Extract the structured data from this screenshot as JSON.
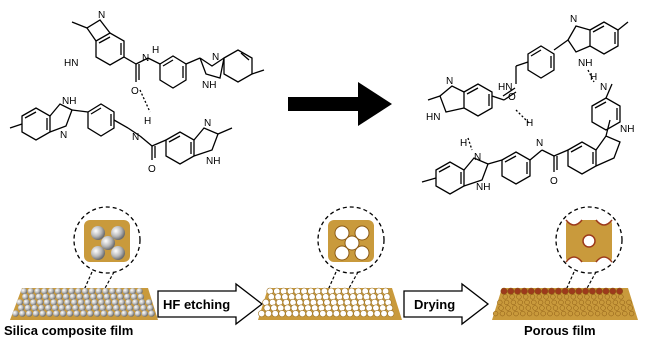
{
  "labels": {
    "left_film": "Silica composite film",
    "right_film": "Porous film"
  },
  "steps": {
    "step1": "HF etching",
    "step2": "Drying"
  },
  "atoms": {
    "n": "N",
    "nh": "NH",
    "hn": "HN",
    "h": "H",
    "o": "O"
  },
  "colors": {
    "film": "#c99a3c",
    "film_dark": "#a0772a",
    "pore_edge": "#8b5a14",
    "sphere": "#b8b8b8",
    "crack_red": "#9c3a1c"
  }
}
